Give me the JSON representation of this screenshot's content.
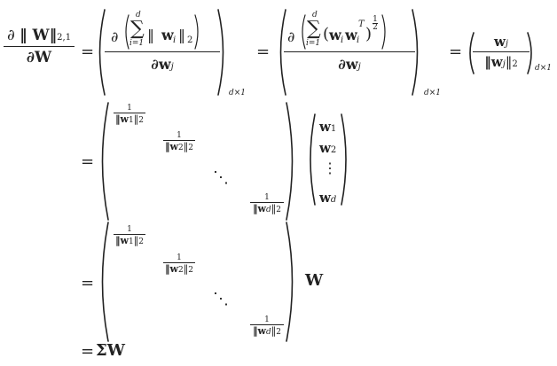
{
  "lhs": {
    "num_partial": "∂",
    "num_norm": "‖ W‖",
    "num_sub": "2,1",
    "den": "∂W"
  },
  "eq1": "=",
  "eq2": "=",
  "eq3": "=",
  "eq4": "=",
  "eq5": "=",
  "eq6": "=",
  "term1": {
    "partial": "∂",
    "sum_top": "d",
    "sum": "∑",
    "sum_bot": "i=1",
    "norm_open": "‖ ",
    "w": "w",
    "wsub": "i",
    "norm_close": "‖",
    "norm_sub": "2",
    "den": "∂w",
    "den_sub": "j",
    "outer_sub": "d×1"
  },
  "term2": {
    "partial": "∂",
    "sum_top": "d",
    "sum": "∑",
    "sum_bot": "i=1",
    "w1": "w",
    "w1sub": "i",
    "w2": "w",
    "w2sub": "i",
    "sup_T": "T",
    "pow": "1/2",
    "den": "∂w",
    "den_sub": "j",
    "outer_sub": "d×1"
  },
  "term3": {
    "num": "w",
    "num_sub": "j",
    "den_open": "‖w",
    "den_sub": "j",
    "den_close": "‖",
    "den_norm_sub": "2",
    "outer_sub": "d×1"
  },
  "diag": {
    "one": "1",
    "d1": "‖w",
    "d1sub": "1",
    "d1c": "‖",
    "d1n": "2",
    "d2": "‖w",
    "d2sub": "2",
    "d2c": "‖",
    "d2n": "2",
    "dd": "‖w",
    "ddsub": "d",
    "ddc": "‖",
    "ddn": "2",
    "ddots": "⋱"
  },
  "vec": {
    "w1": "w",
    "s1": "1",
    "w2": "w",
    "s2": "2",
    "vdots": "⋮",
    "wd": "w",
    "sd": "d"
  },
  "W": "W",
  "final": "ΣW"
}
